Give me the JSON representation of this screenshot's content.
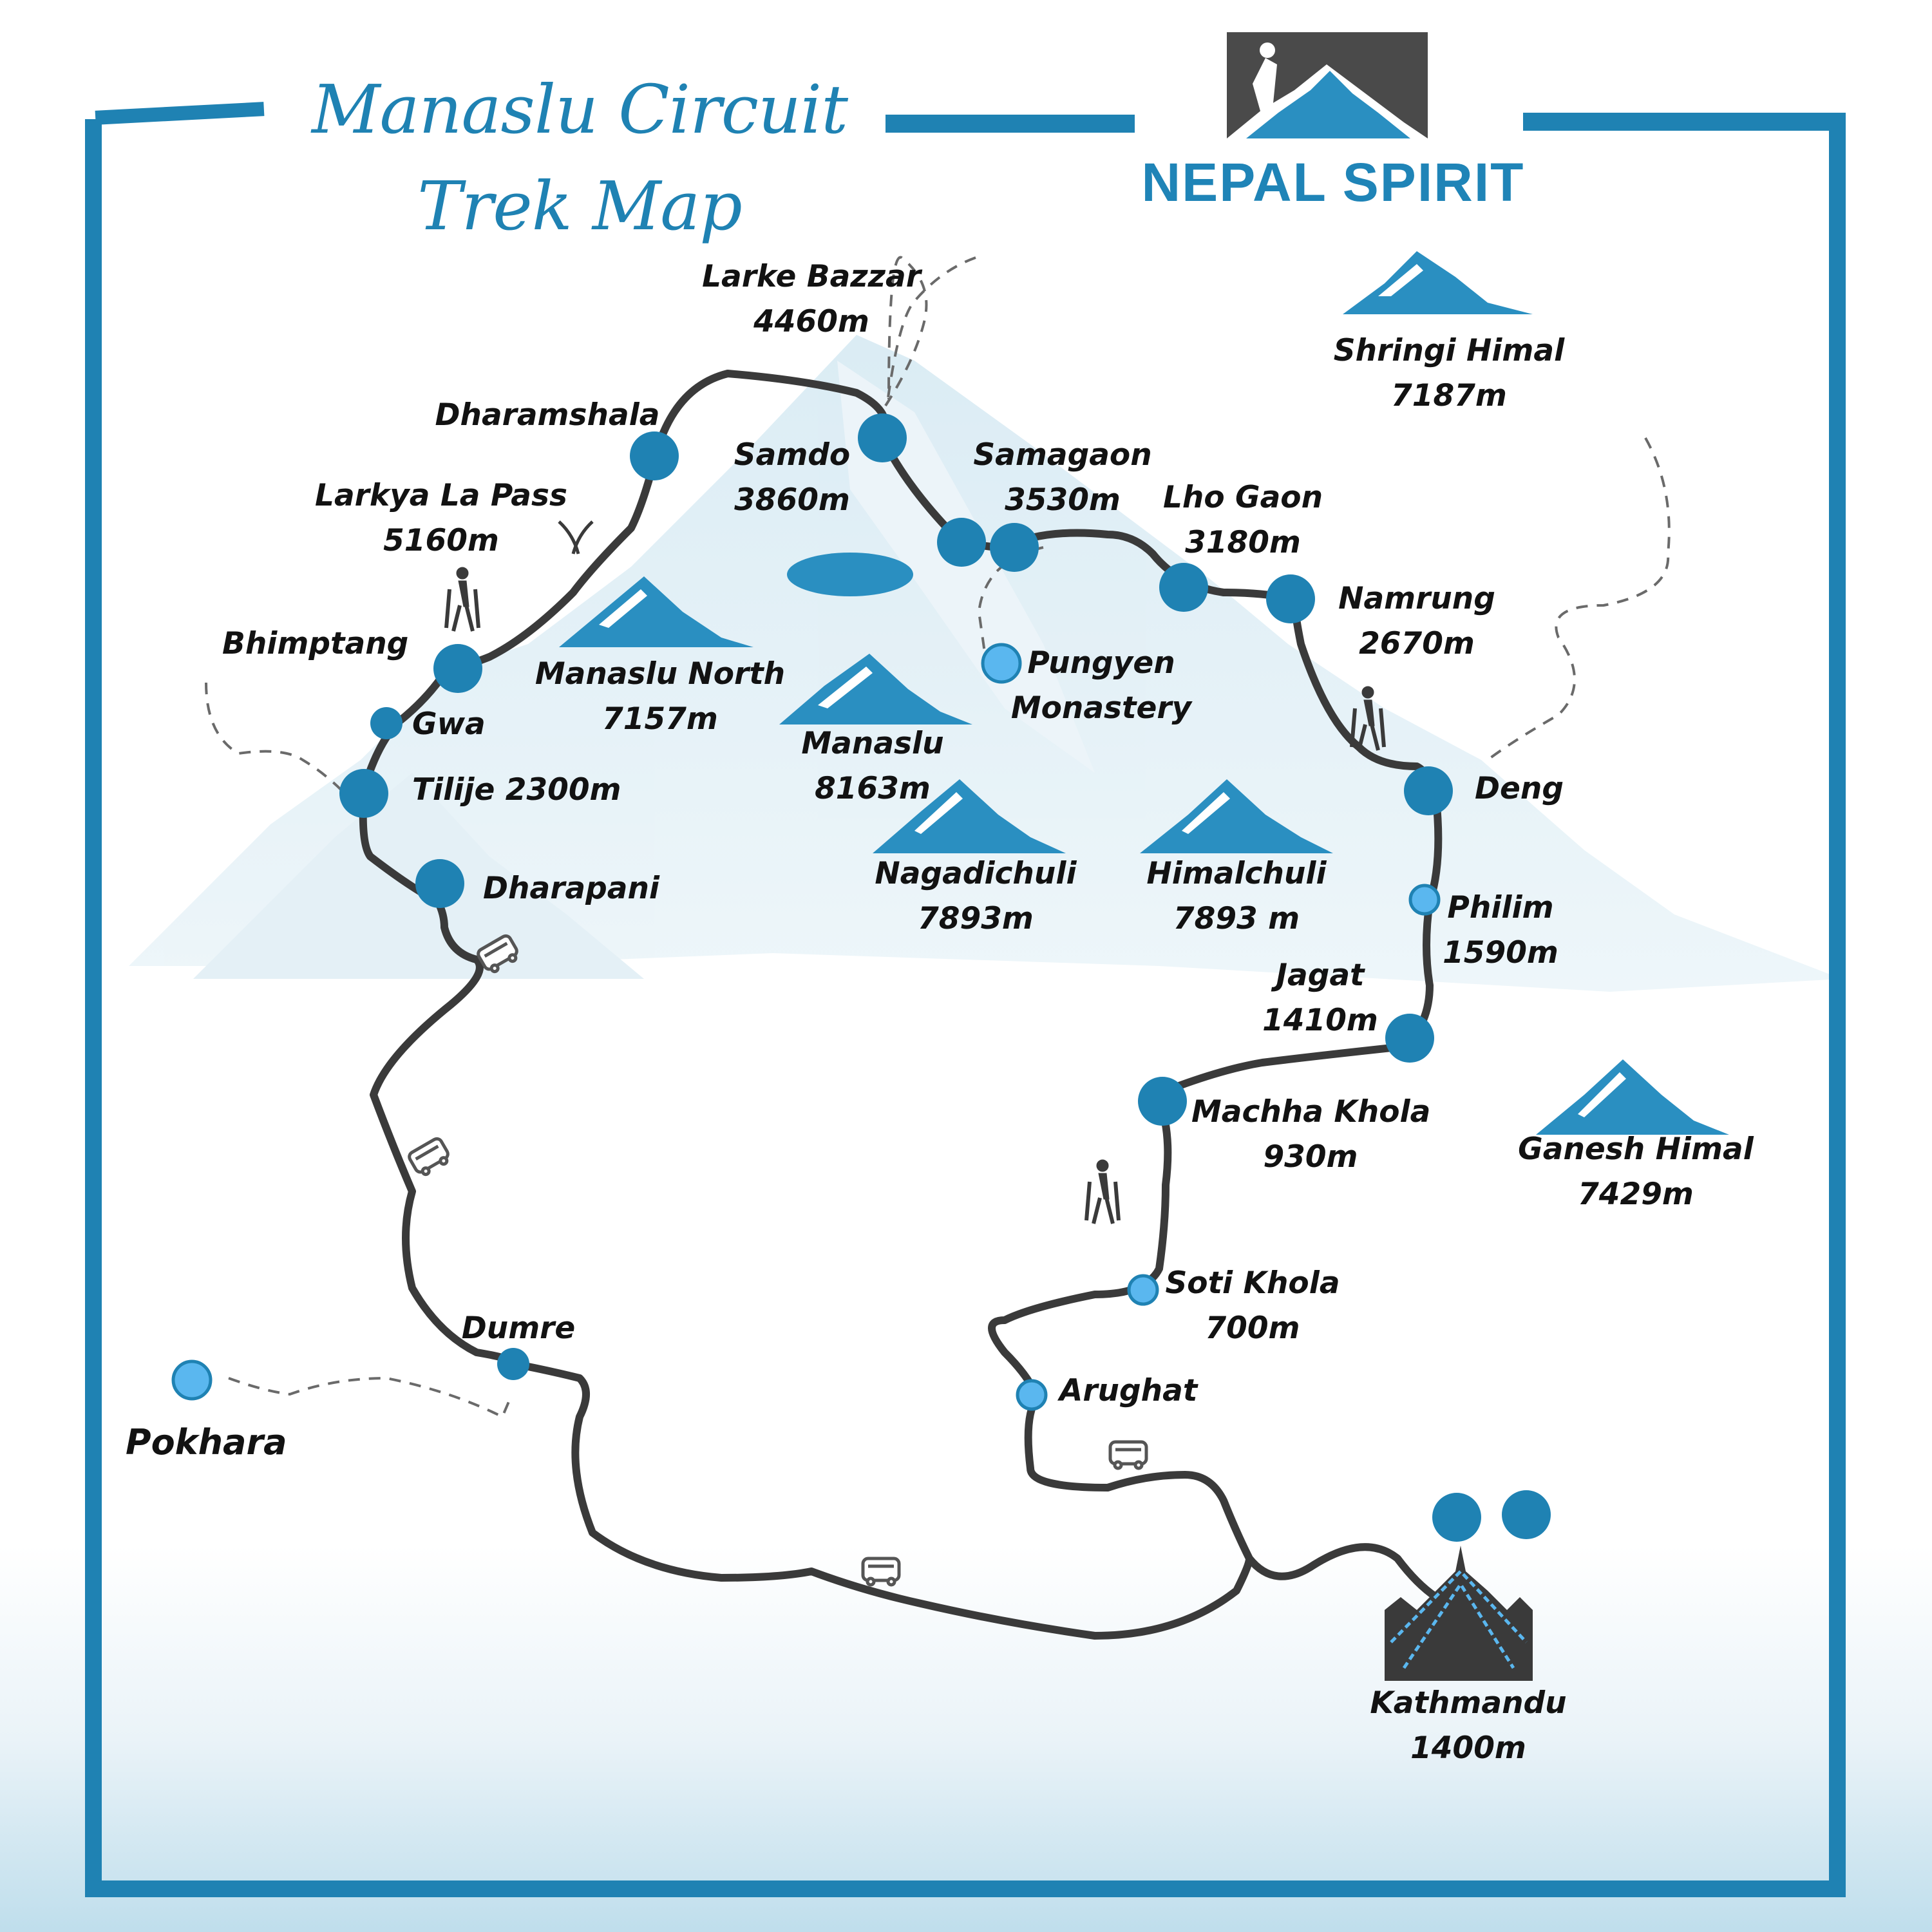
{
  "title": {
    "line1": "Manaslu Circuit",
    "line2": "Trek Map"
  },
  "brand": {
    "name": "NEPAL SPIRIT"
  },
  "colors": {
    "frame": "#1f82b3",
    "route": "#3a3a3a",
    "major_stop": "#1f82b3",
    "minor_stop": "#5ab7ef",
    "peak": "#2a8fc1",
    "logo_bg": "#4a4a4a"
  },
  "icons": [
    "hiker-icon",
    "bus-icon",
    "pass-icon",
    "mountain-icon",
    "stupa-icon"
  ],
  "stops": [
    {
      "id": "larke-bazzar",
      "name": "Larke Bazzar",
      "elev": "4460m"
    },
    {
      "id": "dharamshala",
      "name": "Dharamshala",
      "elev": ""
    },
    {
      "id": "samdo",
      "name": "Samdo",
      "elev": "3860m"
    },
    {
      "id": "samagaon",
      "name": "Samagaon",
      "elev": "3530m"
    },
    {
      "id": "lho-gaon",
      "name": "Lho Gaon",
      "elev": "3180m"
    },
    {
      "id": "namrung",
      "name": "Namrung",
      "elev": "2670m"
    },
    {
      "id": "larkya-la",
      "name": "Larkya La Pass",
      "elev": "5160m"
    },
    {
      "id": "bhimptang",
      "name": "Bhimptang",
      "elev": ""
    },
    {
      "id": "gwa",
      "name": "Gwa",
      "elev": ""
    },
    {
      "id": "tilije",
      "name": "Tilije 2300m",
      "elev": ""
    },
    {
      "id": "dharapani",
      "name": "Dharapani",
      "elev": ""
    },
    {
      "id": "pungyen",
      "name": "Pungyen",
      "elev": "Monastery"
    },
    {
      "id": "deng",
      "name": "Deng",
      "elev": ""
    },
    {
      "id": "philim",
      "name": "Philim",
      "elev": "1590m"
    },
    {
      "id": "jagat",
      "name": "Jagat",
      "elev": "1410m"
    },
    {
      "id": "machha-khola",
      "name": "Machha Khola",
      "elev": "930m"
    },
    {
      "id": "soti-khola",
      "name": "Soti Khola",
      "elev": "700m"
    },
    {
      "id": "arughat",
      "name": "Arughat",
      "elev": ""
    },
    {
      "id": "dumre",
      "name": "Dumre",
      "elev": ""
    },
    {
      "id": "pokhara",
      "name": "Pokhara",
      "elev": ""
    },
    {
      "id": "kathmandu",
      "name": "Kathmandu",
      "elev": "1400m"
    }
  ],
  "peaks": [
    {
      "id": "shringi-himal",
      "name": "Shringi Himal",
      "elev": "7187m"
    },
    {
      "id": "manaslu-north",
      "name": "Manaslu North",
      "elev": "7157m"
    },
    {
      "id": "manaslu",
      "name": "Manaslu",
      "elev": "8163m"
    },
    {
      "id": "nagadichuli",
      "name": "Nagadichuli",
      "elev": "7893m"
    },
    {
      "id": "himalchuli",
      "name": "Himalchuli",
      "elev": "7893 m"
    },
    {
      "id": "ganesh-himal",
      "name": "Ganesh Himal",
      "elev": "7429m"
    }
  ]
}
